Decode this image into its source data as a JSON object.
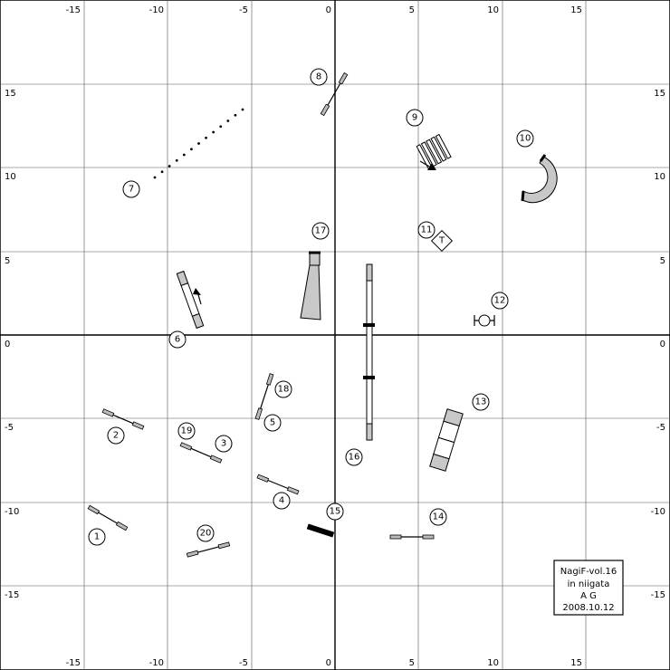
{
  "axis_labels": {
    "x": [
      "-15",
      "-10",
      "-5",
      "0",
      "5",
      "10",
      "15"
    ],
    "y": [
      "15",
      "10",
      "5",
      "0",
      "-5",
      "-10",
      "-15"
    ]
  },
  "obstacle_numbers": [
    "1",
    "2",
    "3",
    "4",
    "5",
    "6",
    "7",
    "8",
    "9",
    "10",
    "11",
    "12",
    "13",
    "14",
    "15",
    "16",
    "17",
    "18",
    "19",
    "20"
  ],
  "table_label": "T",
  "info_box": {
    "line1": "NagiF-vol.16",
    "line2": "in niigata",
    "line3": "A G",
    "line4": "2008.10.12"
  }
}
